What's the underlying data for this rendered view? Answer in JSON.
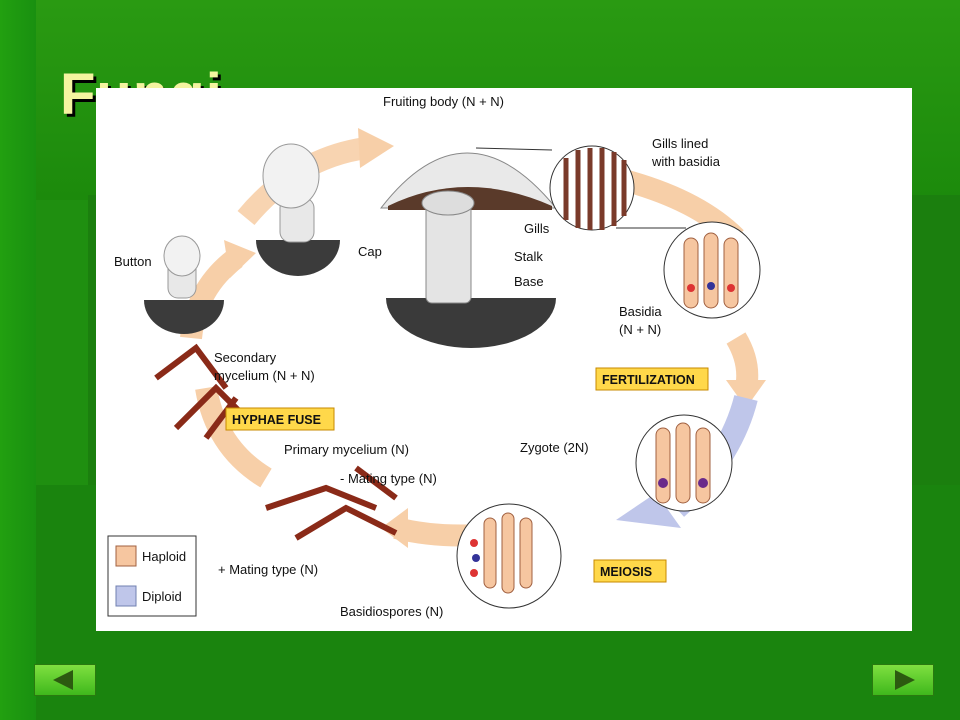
{
  "slide": {
    "title": "Fungi"
  },
  "diagram": {
    "labels": {
      "fruiting_body": "Fruiting body (N + N)",
      "gills_lined_1": "Gills lined",
      "gills_lined_2": "with basidia",
      "gills": "Gills",
      "cap": "Cap",
      "stalk": "Stalk",
      "base": "Base",
      "button": "Button",
      "basidia_1": "Basidia",
      "basidia_2": "(N + N)",
      "secondary_1": "Secondary",
      "secondary_2": "mycelium (N + N)",
      "primary": "Primary mycelium (N)",
      "minus_mating": "- Mating type (N)",
      "plus_mating": "+ Mating type (N)",
      "zygote": "Zygote (2N)",
      "basidiospores": "Basidiospores (N)"
    },
    "stages": {
      "fertilization": "FERTILIZATION",
      "hyphae_fuse": "HYPHAE FUSE",
      "meiosis": "MEIOSIS"
    },
    "legend": {
      "haploid": "Haploid",
      "diploid": "Diploid"
    },
    "colors": {
      "haploid": "#f6c6a0",
      "diploid": "#bfc6ea",
      "stage_box": "#ffd84a",
      "mycelium": "#8a2a18"
    }
  },
  "nav": {
    "prev_icon": "left-triangle-icon",
    "next_icon": "right-triangle-icon"
  }
}
